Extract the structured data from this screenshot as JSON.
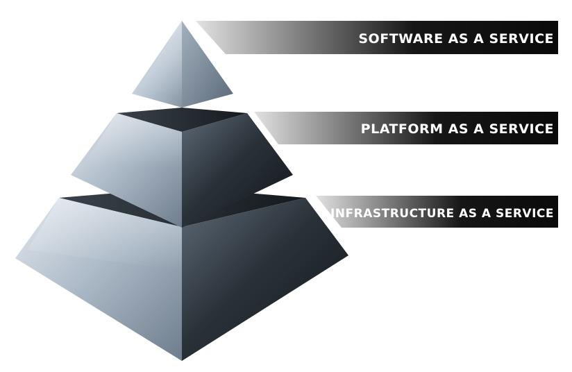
{
  "diagram": {
    "layers": [
      {
        "id": "saas",
        "label": "SOFTWARE AS A SERVICE"
      },
      {
        "id": "paas",
        "label": "PLATFORM AS A SERVICE"
      },
      {
        "id": "iaas",
        "label": "INFRASTRUCTURE AS A SERVICE"
      }
    ]
  },
  "colors": {
    "banner_dark": "#111111",
    "banner_light": "#d8d8d8",
    "face_light": "#c9d3de",
    "face_mid": "#7f8d9c",
    "face_dark": "#1c2228",
    "top_dark": "#2a3036"
  }
}
